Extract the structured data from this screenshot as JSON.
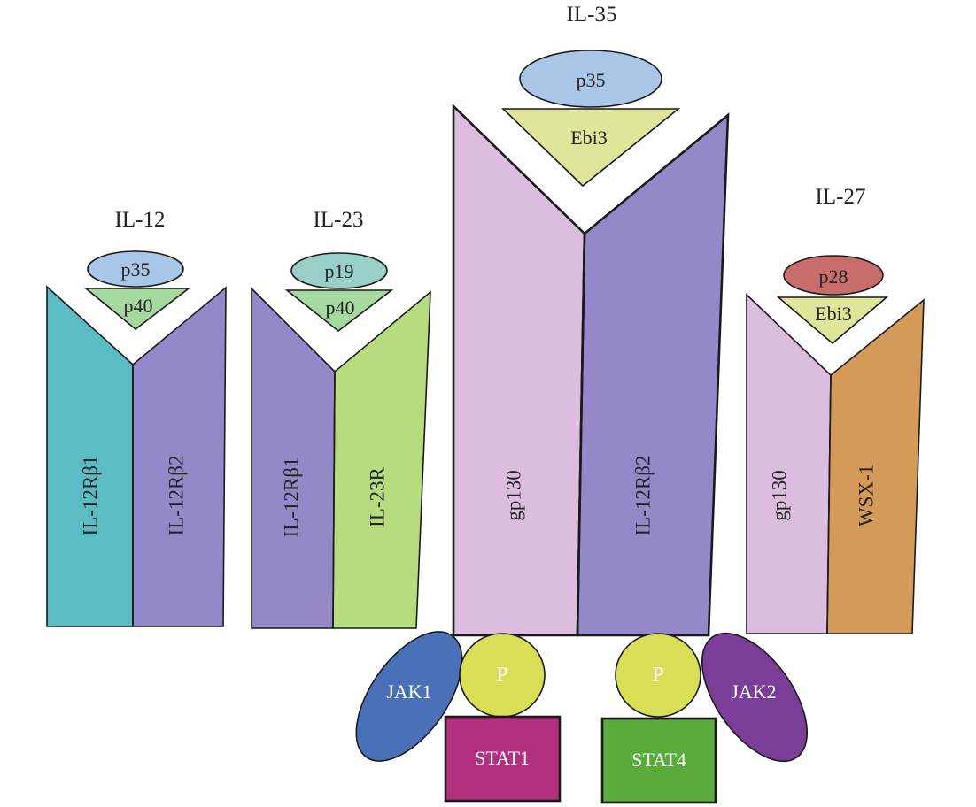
{
  "colors": {
    "teal": "#5bbcc4",
    "purple": "#9588c8",
    "light_green": "#b7dc80",
    "pink": "#dcbde0",
    "orange": "#d49a5a",
    "p35": "#a9c6e6",
    "p19": "#99cfc6",
    "p28": "#c86c6c",
    "p40": "#a6d9a0",
    "ebi3": "#dfe69a",
    "jak1": "#4a71b7",
    "jak2": "#7a3e99",
    "phospho": "#d8df56",
    "stat1": "#b1317e",
    "stat4": "#5aab3c"
  },
  "cytokines": {
    "il12": {
      "name": "IL-12",
      "alpha": "p35",
      "beta": "p40",
      "receptor_left": "IL-12Rβ1",
      "receptor_right": "IL-12Rβ2"
    },
    "il23": {
      "name": "IL-23",
      "alpha": "p19",
      "beta": "p40",
      "receptor_left": "IL-12Rβ1",
      "receptor_right": "IL-23R"
    },
    "il35": {
      "name": "IL-35",
      "alpha": "p35",
      "beta": "Ebi3",
      "receptor_left": "gp130",
      "receptor_right": "IL-12Rβ2"
    },
    "il27": {
      "name": "IL-27",
      "alpha": "p28",
      "beta": "Ebi3",
      "receptor_left": "gp130",
      "receptor_right": "WSX-1"
    }
  },
  "signaling": {
    "jak_left": "JAK1",
    "jak_right": "JAK2",
    "phospho_left": "P",
    "phospho_right": "P",
    "stat_left": "STAT1",
    "stat_right": "STAT4"
  }
}
